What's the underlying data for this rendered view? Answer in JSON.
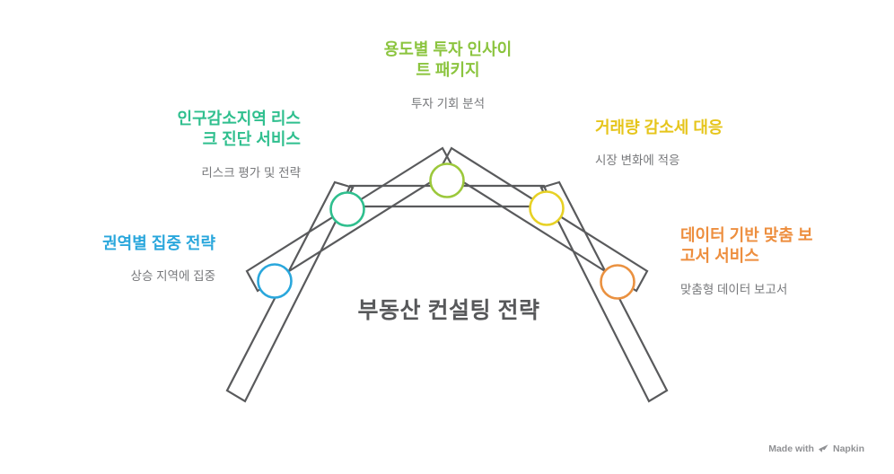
{
  "diagram": {
    "title": "부동산 컨설팅 전략",
    "items": [
      {
        "lines": [
          "권역별 집중 전략"
        ],
        "subtitle": "상승 지역에 집중",
        "color": "#2aa7dc"
      },
      {
        "lines": [
          "인구감소지역 리스",
          "크 진단 서비스"
        ],
        "subtitle": "리스크 평가 및 전략",
        "color": "#2fbf8e"
      },
      {
        "lines": [
          "용도별 투자 인사이",
          "트 패키지"
        ],
        "subtitle": "투자 기회 분석",
        "color": "#8bc43e"
      },
      {
        "lines": [
          "거래량 감소세 대응"
        ],
        "subtitle": "시장 변화에 적응",
        "color": "#e6c51b"
      },
      {
        "lines": [
          "데이터 기반 맞춤 보",
          "고서 서비스"
        ],
        "subtitle": "맞춤형 데이터 보고서",
        "color": "#ed8e3e"
      }
    ],
    "nodes": {
      "blue": "#2aa7dc",
      "green": "#2fbf8e",
      "lime": "#9cc83b",
      "yellow": "#e7d125",
      "orange": "#ea9140"
    },
    "structure_color": "#595a5c",
    "footer": {
      "prefix": "Made with",
      "brand": "Napkin"
    }
  }
}
